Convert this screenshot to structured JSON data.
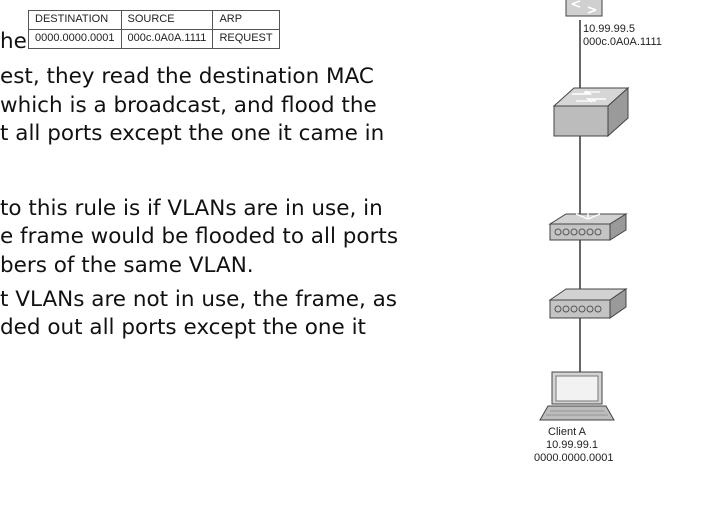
{
  "frame": {
    "headers": [
      "DESTINATION",
      "SOURCE",
      "ARP"
    ],
    "values": [
      "0000.0000.0001",
      "000c.0A0A.1111",
      "REQUEST"
    ]
  },
  "text": {
    "line1": "he",
    "line2": "est, they read the destination MAC",
    "line3": "which is a broadcast, and flood the",
    "line4": "t all ports except the one it came in",
    "line5": "to this rule is if VLANs are in use, in",
    "line6": "e frame would be flooded to all ports",
    "line7": "bers of the same VLAN.",
    "line8": "t VLANs are not in use, the frame, as",
    "line9": "ded out all ports except the one it"
  },
  "diagram": {
    "router": {
      "ip": "10.99.99.5",
      "mac": "000c.0A0A.1111",
      "icon": "router-icon"
    },
    "switch": {
      "icon": "switch-icon"
    },
    "hub1": {
      "icon": "hub-icon"
    },
    "hub2": {
      "icon": "hub-icon"
    },
    "client": {
      "name": "Client A",
      "ip": "10.99.99.1",
      "mac": "0000.0000.0001",
      "icon": "laptop-icon"
    },
    "colors": {
      "device_fill": "#c9c9c9",
      "device_dark": "#8a8a8a",
      "link": "#333333"
    }
  }
}
